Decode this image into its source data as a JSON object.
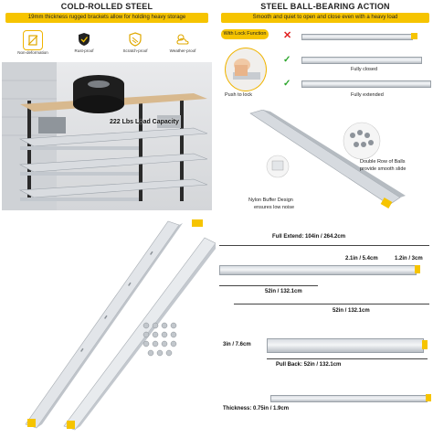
{
  "top_left": {
    "title": "COLD-ROLLED STEEL",
    "band": "19mm thickness rugged brackets allow for holding heavy storage",
    "features": [
      {
        "label": "Non-deformation",
        "icon": "non-deformation-icon"
      },
      {
        "label": "Rust-proof",
        "icon": "rust-proof-icon"
      },
      {
        "label": "Scratch-proof",
        "icon": "scratch-proof-icon"
      },
      {
        "label": "Weather-proof",
        "icon": "weather-proof-icon"
      }
    ],
    "load_label": "222 Lbs Load Capacity"
  },
  "top_right": {
    "title": "STEEL BALL-BEARING ACTION",
    "band": "Smooth and quiet to open and close even with a heavy load",
    "lock_badge": "With Lock Function",
    "push_label": "Push to lock",
    "fully_closed": "Fully closed",
    "fully_extended": "Fully extended",
    "balls_line1": "Double Row of Balls",
    "balls_line2": "provide smooth slide",
    "buffer_line1": "Nylon Buffer Design",
    "buffer_line2": "ensures low noise"
  },
  "dimensions": {
    "full_extend": "Full Extend: 104in / 264.2cm",
    "width_a": "2.1in / 5.4cm",
    "width_b": "1.2in / 3cm",
    "length_a": "52in / 132.1cm",
    "length_b": "52in / 132.1cm",
    "height": "3in / 7.6cm",
    "pull_back": "Pull Back: 52in / 132.1cm",
    "thickness": "Thickness: 0.75in / 1.9cm"
  },
  "colors": {
    "accent": "#f6c400",
    "steel": "#d9dde2"
  }
}
